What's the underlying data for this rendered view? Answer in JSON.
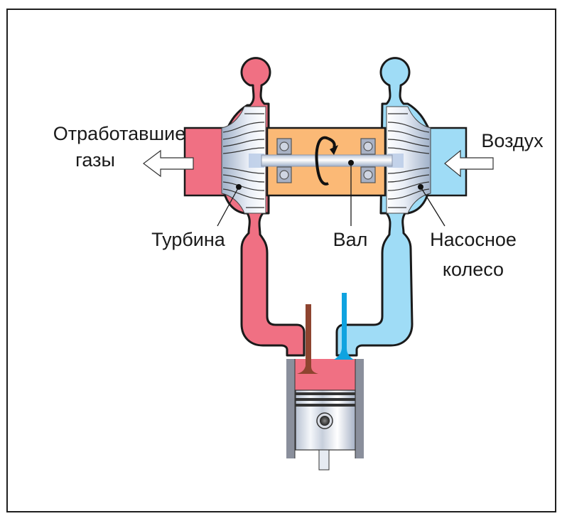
{
  "diagram": {
    "title": "Turbocharger principle",
    "labels": {
      "exhaust_line1": "Отработавшие",
      "exhaust_line2": "газы",
      "air": "Воздух",
      "turbine": "Турбина",
      "shaft": "Вал",
      "compressor_line1": "Насосное",
      "compressor_line2": "колесо"
    },
    "colors": {
      "exhaust": "#f07083",
      "intake": "#9fdcf6",
      "housing": "#fbb976",
      "bearing": "#a8b1c4",
      "exhaust_valve": "#8e4430",
      "intake_valve": "#0fa3e0",
      "cylinder_wall": "#8a8f9c",
      "outline": "#1a1a1a"
    }
  }
}
